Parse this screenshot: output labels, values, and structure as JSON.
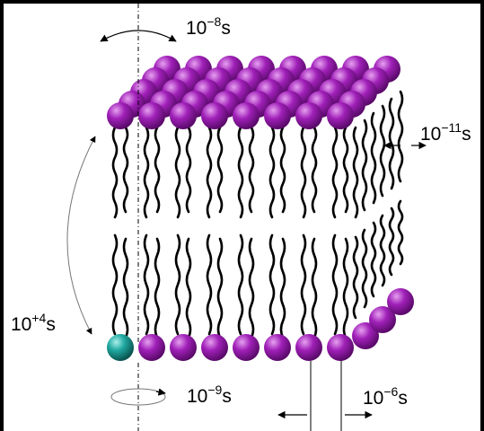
{
  "labels": {
    "rotation_axis": {
      "base": "10",
      "exp": "−8",
      "unit": "s"
    },
    "chain_flex": {
      "base": "10",
      "exp": "−11",
      "unit": "s"
    },
    "flip_flop": {
      "base": "10",
      "exp": "+4",
      "unit": "s"
    },
    "rotation_head": {
      "base": "10",
      "exp": "−9",
      "unit": "s"
    },
    "lateral_diffusion": {
      "base": "10",
      "exp": "−6",
      "unit": "s"
    }
  },
  "colors": {
    "head": "#a020b8",
    "head_highlight": "#e6a0f0",
    "head_shadow": "#5a0a6a",
    "marked_head": "#1fa8a0",
    "marked_highlight": "#a8f0ea",
    "tail": "#000000"
  }
}
